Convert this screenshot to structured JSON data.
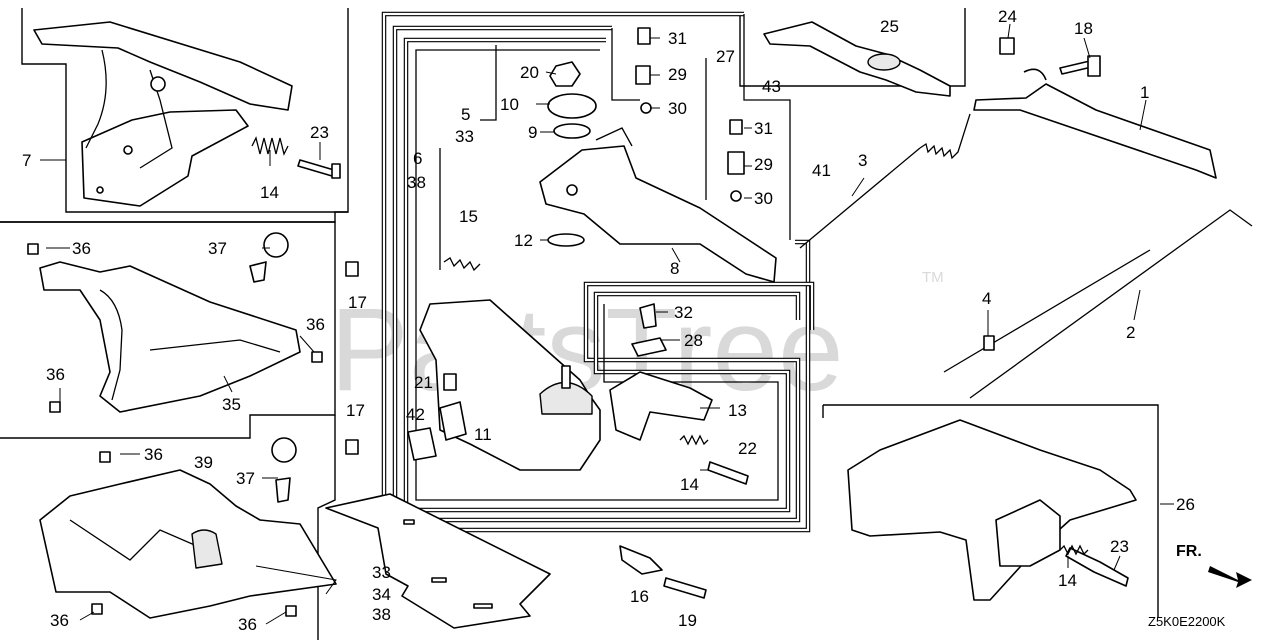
{
  "watermark": {
    "text": "PartsTree",
    "trademark": "TM"
  },
  "diagram_code": "Z5K0E2200K",
  "direction_label": "FR.",
  "callouts": {
    "c1": "1",
    "c2": "2",
    "c3": "3",
    "c4": "4",
    "c5": "5",
    "c5b": "33",
    "c6": "6",
    "c6b": "38",
    "c7": "7",
    "c8": "8",
    "c9": "9",
    "c10": "10",
    "c11": "11",
    "c12": "12",
    "c13": "13",
    "c14a": "14",
    "c14b": "14",
    "c14c": "14",
    "c15": "15",
    "c16": "16",
    "c17a": "17",
    "c17b": "17",
    "c18": "18",
    "c19": "19",
    "c20": "20",
    "c21": "21",
    "c22": "22",
    "c23a": "23",
    "c23b": "23",
    "c24": "24",
    "c25": "25",
    "c26": "26",
    "c27": "27",
    "c28": "28",
    "c29a": "29",
    "c29b": "29",
    "c30a": "30",
    "c30b": "30",
    "c31a": "31",
    "c31b": "31",
    "c32": "32",
    "c33": "33",
    "c34": "34",
    "c35": "35",
    "c36a": "36",
    "c36b": "36",
    "c36c": "36",
    "c36d": "36",
    "c36e": "36",
    "c36f": "36",
    "c37a": "37",
    "c37b": "37",
    "c38": "38",
    "c39": "39",
    "c41": "41",
    "c42": "42",
    "c43": "43"
  },
  "colors": {
    "line": "#000000",
    "background": "#ffffff",
    "watermark": "#d9d9d9"
  }
}
